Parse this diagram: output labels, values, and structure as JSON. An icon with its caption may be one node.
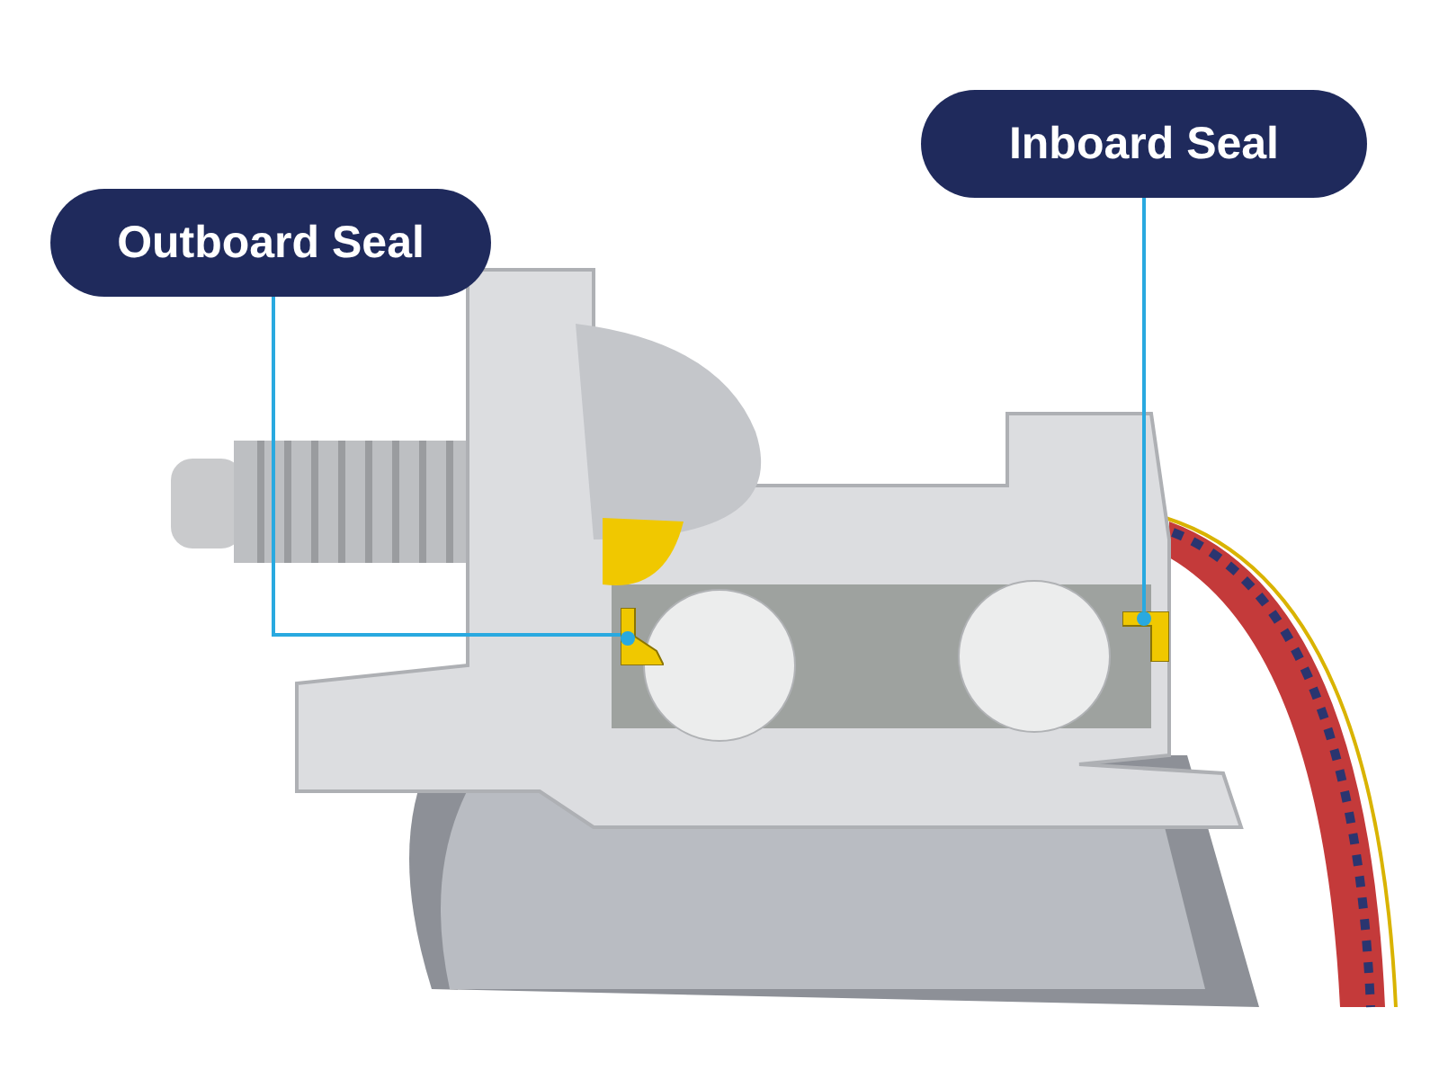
{
  "diagram": {
    "nodes": [
      {
        "text": [
          "Outboard Seal"
        ]
      },
      {
        "text": [
          "Inboard Seal"
        ]
      },
      {
        "text": [],
        "shape": "picture"
      },
      {
        "text": [],
        "shape": "picture"
      }
    ],
    "edges": [
      {
        "from": 0,
        "to": 2,
        "arrow": "none"
      },
      {
        "from": 1,
        "to": 3,
        "arrow": "none"
      }
    ]
  }
}
